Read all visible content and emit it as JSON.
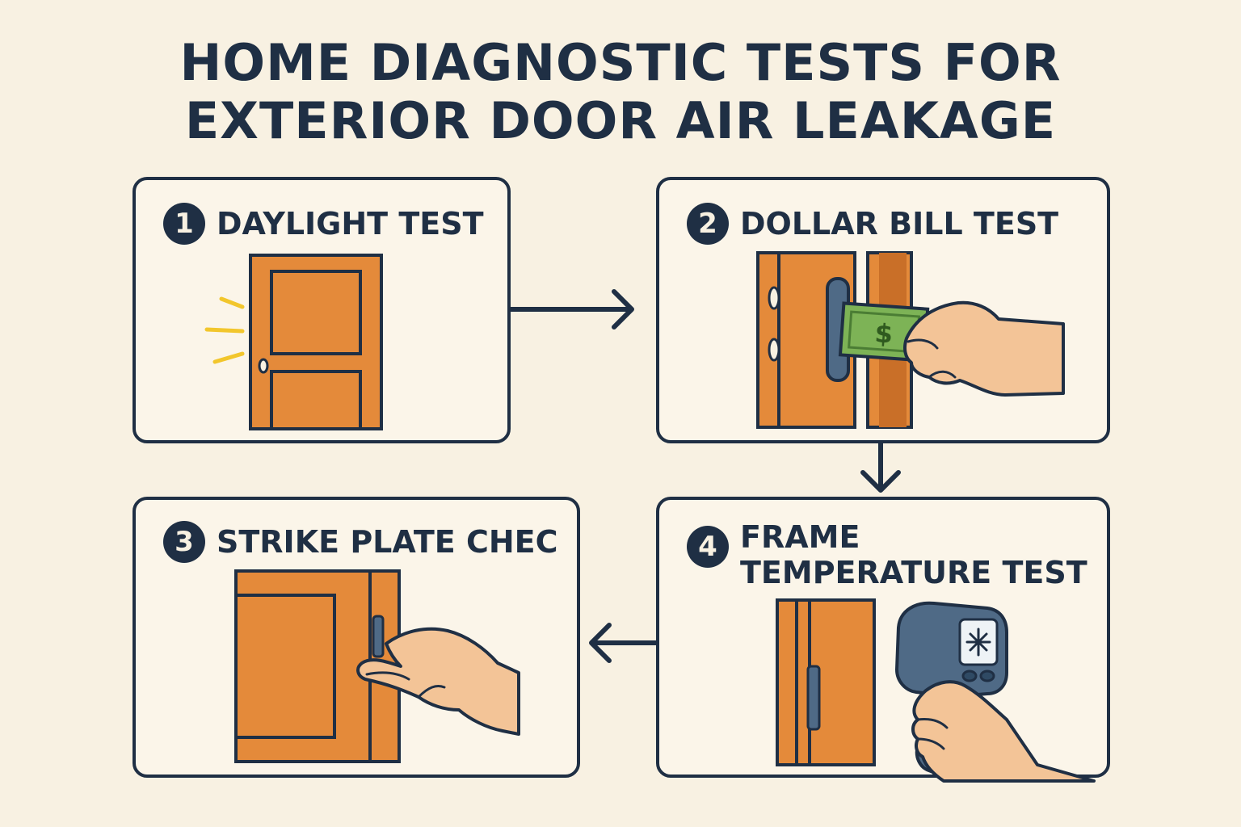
{
  "title": {
    "line1": "HOME DIAGNOSTIC TESTS FOR",
    "line2": "EXTERIOR DOOR AIR LEAKAGE"
  },
  "steps": [
    {
      "number": "1",
      "label": "DAYLIGHT TEST",
      "icon": "door-light-icon"
    },
    {
      "number": "2",
      "label": "DOLLAR BILL TEST",
      "icon": "dollar-bill-hand-icon"
    },
    {
      "number": "3",
      "label": "STRIKE PLATE CHEC",
      "icon": "strike-plate-hand-icon"
    },
    {
      "number": "4",
      "label_line1": "FRAME",
      "label_line2": "TEMPERATURE TEST",
      "icon": "thermometer-gun-icon"
    }
  ],
  "colors": {
    "ink": "#1f2f44",
    "door": "#e48a3a",
    "door_shadow": "#c96f28",
    "paper": "#f8f1e2",
    "light_ray": "#f2c62c",
    "money": "#7db356",
    "skin": "#f3c497",
    "device": "#4f6a86"
  },
  "bill_symbol": "$"
}
